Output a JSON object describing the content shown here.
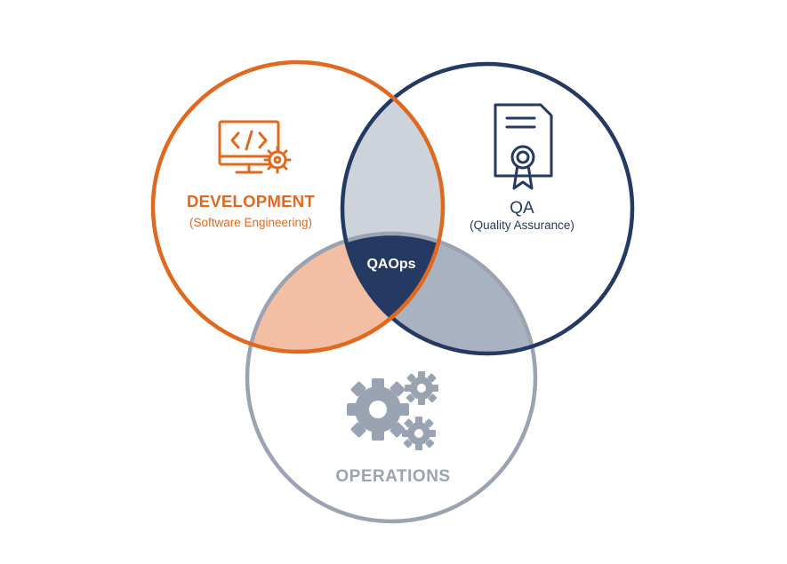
{
  "colors": {
    "development": "#e0691f",
    "qa": "#243a63",
    "operations": "#9aa3b1",
    "dev_qa_overlap": "#cdd3db",
    "dev_ops_overlap": "#f2bea4",
    "qa_ops_overlap": "#a9b2c0",
    "center": "#243a63",
    "background": "#ffffff"
  },
  "development": {
    "title": "DEVELOPMENT",
    "subtitle": "(Software Engineering)",
    "icon": "code-monitor-gear-icon"
  },
  "qa": {
    "title": "QA",
    "subtitle": "(Quality Assurance)",
    "icon": "certificate-icon"
  },
  "operations": {
    "title": "OPERATIONS",
    "icon": "gears-icon"
  },
  "center": {
    "label": "QAOps"
  }
}
